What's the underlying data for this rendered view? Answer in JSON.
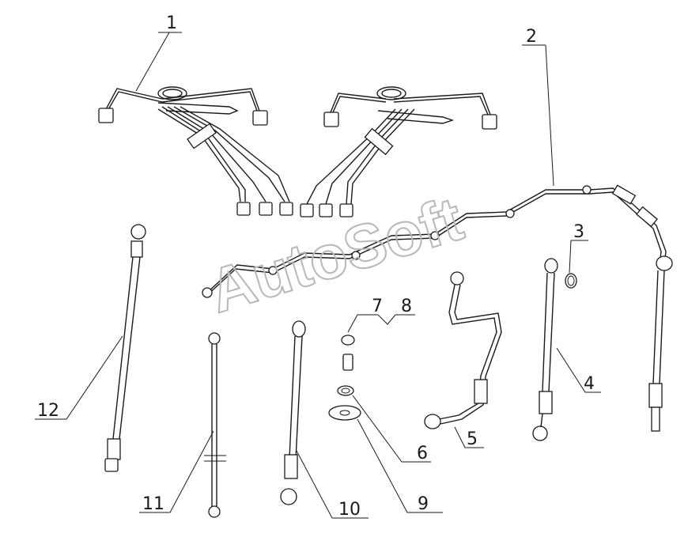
{
  "watermark": "AutoSoft",
  "callouts": [
    {
      "id": "c1",
      "label": "1"
    },
    {
      "id": "c2",
      "label": "2"
    },
    {
      "id": "c3",
      "label": "3"
    },
    {
      "id": "c4",
      "label": "4"
    },
    {
      "id": "c5",
      "label": "5"
    },
    {
      "id": "c6",
      "label": "6"
    },
    {
      "id": "c7",
      "label": "7"
    },
    {
      "id": "c8",
      "label": "8"
    },
    {
      "id": "c9",
      "label": "9"
    },
    {
      "id": "c10",
      "label": "10"
    },
    {
      "id": "c11",
      "label": "11"
    },
    {
      "id": "c12",
      "label": "12"
    }
  ]
}
